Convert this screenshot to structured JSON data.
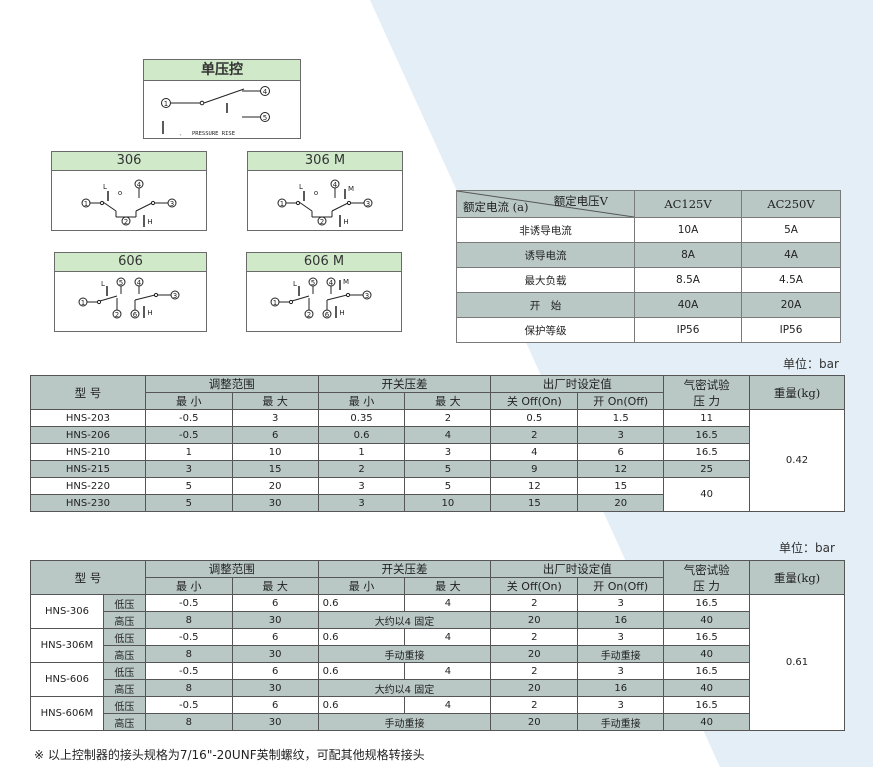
{
  "diagrams": {
    "single": {
      "title": "单压控",
      "pressure_rise": "PRESSURE RISE"
    },
    "d306": {
      "title": "306"
    },
    "d306m": {
      "title": "306  M"
    },
    "d606": {
      "title": "606"
    },
    "d606m": {
      "title": "606  M"
    },
    "labels": {
      "L": "L",
      "H": "H",
      "M": "M",
      "n1": "1",
      "n2": "2",
      "n3": "3",
      "n4": "4",
      "n5": "5",
      "n6": "6",
      "o": "o",
      "dot": ","
    }
  },
  "rated_table": {
    "corner_top": "额定电压V",
    "corner_bottom": "额定电流 (a)",
    "col1": "AC125V",
    "col2": "AC250V",
    "rows": [
      {
        "label": "非诱导电流",
        "v1": "10A",
        "v2": "5A"
      },
      {
        "label": "诱导电流",
        "v1": "8A",
        "v2": "4A"
      },
      {
        "label": "最大负载",
        "v1": "8.5A",
        "v2": "4.5A"
      },
      {
        "label": "开　始",
        "v1": "40A",
        "v2": "20A"
      },
      {
        "label": "保护等级",
        "v1": "IP56",
        "v2": "IP56"
      }
    ]
  },
  "unit1": "单位：bar",
  "unit2": "单位：bar",
  "headers": {
    "model": "型 号",
    "adjust": "调整范围",
    "diff": "开关压差",
    "factory": "出厂时设定值",
    "airtest": "气密试验",
    "airtest2": "压 力",
    "weight": "重量(kg)",
    "min": "最 小",
    "max": "最 大",
    "off": "关 Off(On)",
    "on": "开 On(Off)"
  },
  "table1": {
    "rows": [
      {
        "model": "HNS-203",
        "amin": "-0.5",
        "amax": "3",
        "dmin": "0.35",
        "dmax": "2",
        "off": "0.5",
        "on": "1.5"
      },
      {
        "model": "HNS-206",
        "amin": "-0.5",
        "amax": "6",
        "dmin": "0.6",
        "dmax": "4",
        "off": "2",
        "on": "3"
      },
      {
        "model": "HNS-210",
        "amin": "1",
        "amax": "10",
        "dmin": "1",
        "dmax": "3",
        "off": "4",
        "on": "6"
      },
      {
        "model": "HNS-215",
        "amin": "3",
        "amax": "15",
        "dmin": "2",
        "dmax": "5",
        "off": "9",
        "on": "12"
      },
      {
        "model": "HNS-220",
        "amin": "5",
        "amax": "20",
        "dmin": "3",
        "dmax": "5",
        "off": "12",
        "on": "15"
      },
      {
        "model": "HNS-230",
        "amin": "5",
        "amax": "30",
        "dmin": "3",
        "dmax": "10",
        "off": "15",
        "on": "20"
      }
    ],
    "air": [
      "11",
      "16.5",
      "16.5",
      "25",
      "40"
    ],
    "weight": "0.42"
  },
  "table2": {
    "low": "低压",
    "high": "高压",
    "weight": "0.61",
    "models": [
      {
        "name": "HNS-306",
        "low": {
          "amin": "-0.5",
          "amax": "6",
          "dmin": "0.6",
          "dmax": "4",
          "off": "2",
          "on": "3",
          "air": "16.5"
        },
        "high": {
          "amin": "8",
          "amax": "30",
          "diff": "大约以4 固定",
          "off": "20",
          "on": "16",
          "air": "40"
        }
      },
      {
        "name": "HNS-306M",
        "low": {
          "amin": "-0.5",
          "amax": "6",
          "dmin": "0.6",
          "dmax": "4",
          "off": "2",
          "on": "3",
          "air": "16.5"
        },
        "high": {
          "amin": "8",
          "amax": "30",
          "diff": "手动重接",
          "off": "20",
          "on": "手动重接",
          "air": "40"
        }
      },
      {
        "name": "HNS-606",
        "low": {
          "amin": "-0.5",
          "amax": "6",
          "dmin": "0.6",
          "dmax": "4",
          "off": "2",
          "on": "3",
          "air": "16.5"
        },
        "high": {
          "amin": "8",
          "amax": "30",
          "diff": "大约以4 固定",
          "off": "20",
          "on": "16",
          "air": "40"
        }
      },
      {
        "name": "HNS-606M",
        "low": {
          "amin": "-0.5",
          "amax": "6",
          "dmin": "0.6",
          "dmax": "4",
          "off": "2",
          "on": "3",
          "air": "16.5"
        },
        "high": {
          "amin": "8",
          "amax": "30",
          "diff": "手动重接",
          "off": "20",
          "on": "手动重接",
          "air": "40"
        }
      }
    ]
  },
  "footnote": "※ 以上控制器的接头规格为7/16\"-20UNF英制螺纹，可配其他规格转接头",
  "colors": {
    "header_green": "#cfe9c9",
    "table_gray": "#b9c8c4",
    "arc_blue": "#e4eef6"
  }
}
